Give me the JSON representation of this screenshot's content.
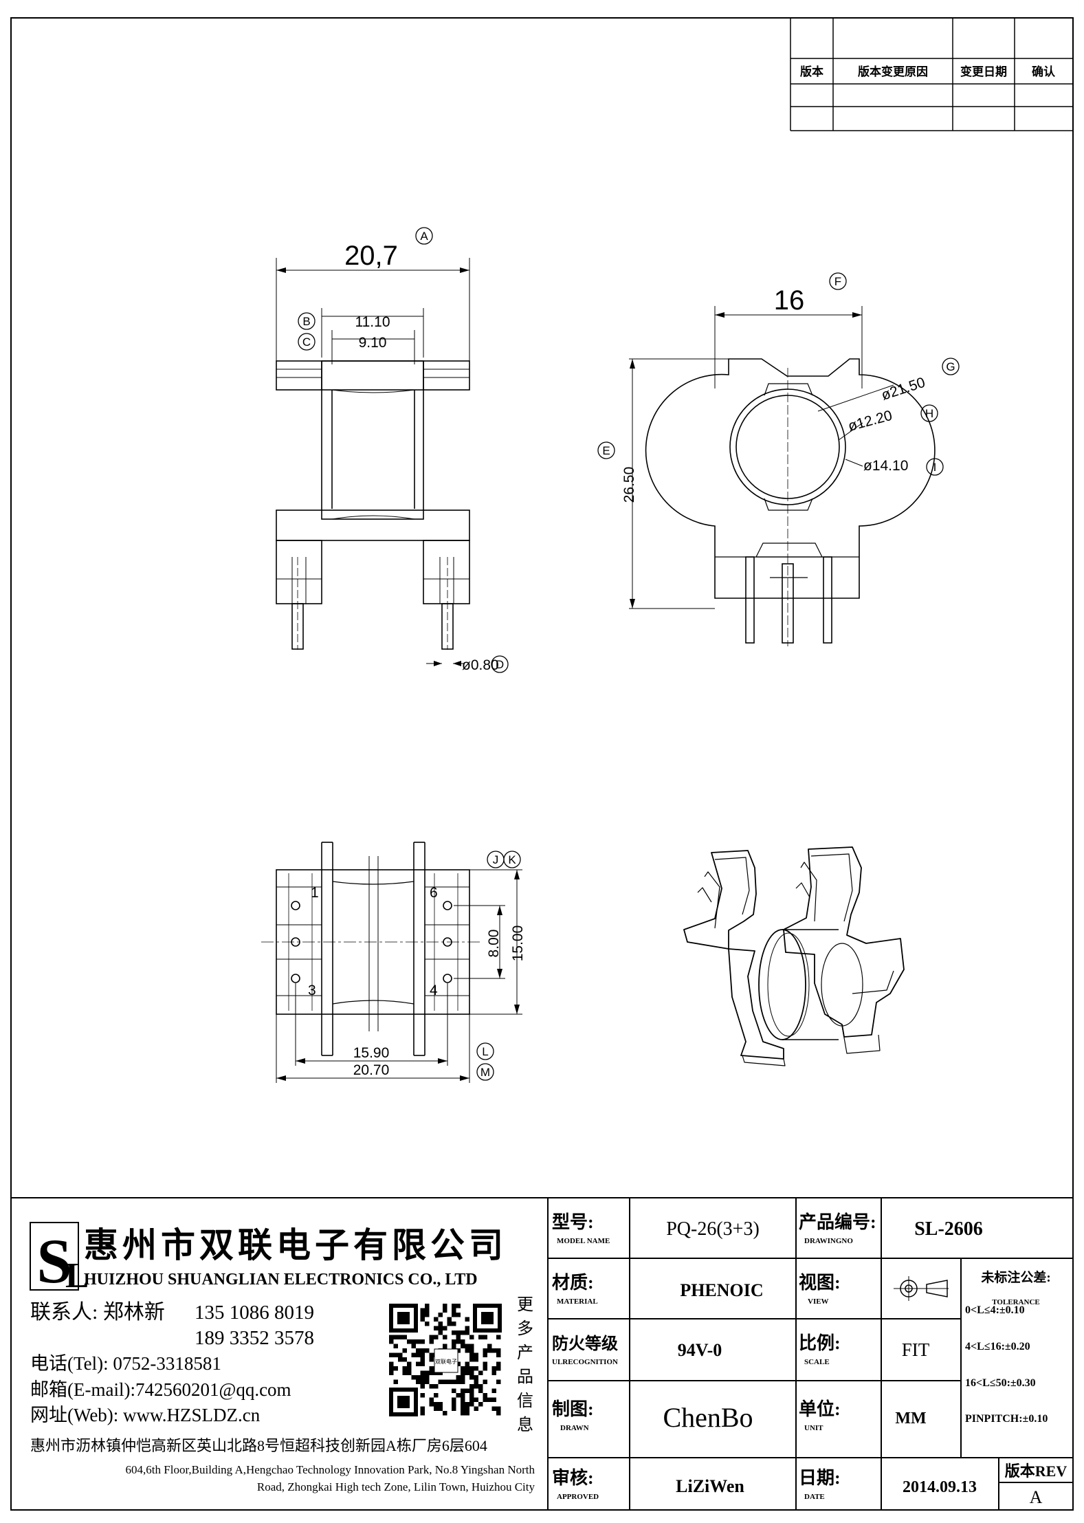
{
  "revision_table": {
    "headers": [
      "版本",
      "版本变更原因",
      "变更日期",
      "确认"
    ]
  },
  "dimensions": {
    "A": {
      "letter": "A",
      "value": "20,7"
    },
    "B": {
      "letter": "B",
      "value": "11.10"
    },
    "C": {
      "letter": "C",
      "value": "9.10"
    },
    "D": {
      "letter": "D",
      "value": "ø0.80"
    },
    "E": {
      "letter": "E",
      "value": "26.50"
    },
    "F": {
      "letter": "F",
      "value": "16"
    },
    "G": {
      "letter": "G",
      "value": "ø21.50"
    },
    "H": {
      "letter": "H",
      "value": "ø12.20"
    },
    "I": {
      "letter": "I",
      "value": "ø14.10"
    },
    "J": {
      "letter": "J"
    },
    "K": {
      "letter": "K"
    },
    "L": {
      "letter": "L",
      "value": "15.90"
    },
    "M": {
      "letter": "M",
      "value": "20.70"
    },
    "v800": "8.00",
    "v1500": "15.00"
  },
  "pins": [
    "1",
    "6",
    "3",
    "4"
  ],
  "company": {
    "name_cn": "惠州市双联电子有限公司",
    "name_en": "HUIZHOU SHUANGLIAN ELECTRONICS CO., LTD",
    "contact_label": "联系人: 郑林新",
    "phone1": "135 1086 8019",
    "phone2": "189 3352 3578",
    "tel": "电话(Tel): 0752-3318581",
    "email": "邮箱(E-mail):742560201@qq.com",
    "web": "网址(Web): www.HZSLDZ.cn",
    "qr_caption": [
      "更",
      "多",
      "产",
      "品",
      "信",
      "息"
    ],
    "address_cn": "惠州市沥林镇仲恺高新区英山北路8号恒超科技创新园A栋厂房6层604",
    "address_en_1": "604,6th Floor,Building A,Hengchao Technology Innovation Park, No.8 Yingshan North",
    "address_en_2": "Road, Zhongkai High tech Zone, Lilin Town, Huizhou City"
  },
  "title_block": {
    "model_label": "型号:",
    "model_label_en": "MODEL NAME",
    "model_value": "PQ-26(3+3)",
    "drawingno_label": "产品编号:",
    "drawingno_label_en": "DRAWINGNO",
    "drawingno_value": "SL-2606",
    "material_label": "材质:",
    "material_label_en": "MATERIAL",
    "material_value": "PHENOIC",
    "view_label": "视图:",
    "view_label_en": "VIEW",
    "tolerance_label": "未标注公差:",
    "tolerance_label_en": "TOLERANCE",
    "tolerances": [
      "0<L≤4:±0.10",
      "4<L≤16:±0.20",
      "16<L≤50:±0.30",
      "PINPITCH:±0.10"
    ],
    "flame_label": "防火等级",
    "flame_label_en": "ULRECOGNITION",
    "flame_value": "94V-0",
    "scale_label": "比例:",
    "scale_label_en": "SCALE",
    "scale_value": "FIT",
    "drawn_label": "制图:",
    "drawn_label_en": "DRAWN",
    "drawn_value": "ChenBo",
    "unit_label": "单位:",
    "unit_label_en": "UNIT",
    "unit_value": "MM",
    "approved_label": "审核:",
    "approved_label_en": "APPROVED",
    "approved_value": "LiZiWen",
    "date_label": "日期:",
    "date_label_en": "DATE",
    "date_value": "2014.09.13",
    "rev_label": "版本REV",
    "rev_value": "A"
  }
}
